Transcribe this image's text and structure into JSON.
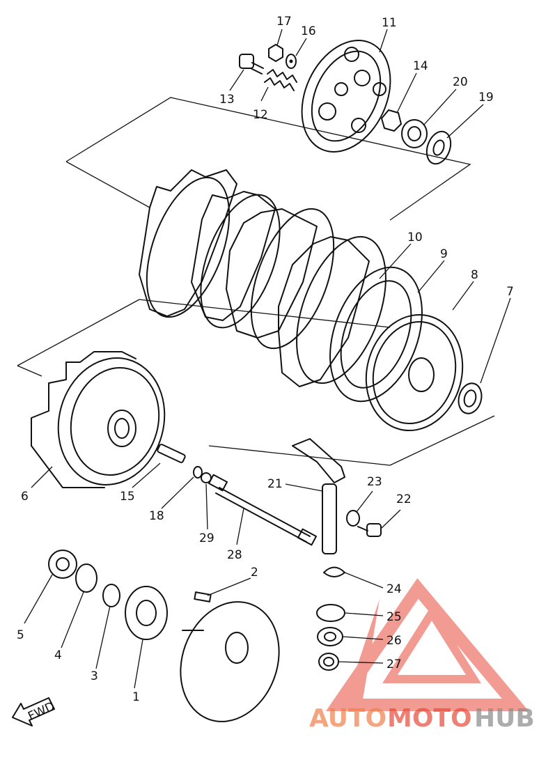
{
  "diagram": {
    "fwd_label": "FWD",
    "parts": [
      {
        "num": "1"
      },
      {
        "num": "2"
      },
      {
        "num": "3"
      },
      {
        "num": "4"
      },
      {
        "num": "5"
      },
      {
        "num": "6"
      },
      {
        "num": "7"
      },
      {
        "num": "8"
      },
      {
        "num": "9"
      },
      {
        "num": "10"
      },
      {
        "num": "11"
      },
      {
        "num": "12"
      },
      {
        "num": "13"
      },
      {
        "num": "14"
      },
      {
        "num": "15"
      },
      {
        "num": "16"
      },
      {
        "num": "17"
      },
      {
        "num": "18"
      },
      {
        "num": "19"
      },
      {
        "num": "20"
      },
      {
        "num": "21"
      },
      {
        "num": "22"
      },
      {
        "num": "23"
      },
      {
        "num": "24"
      },
      {
        "num": "25"
      },
      {
        "num": "26"
      },
      {
        "num": "27"
      },
      {
        "num": "28"
      },
      {
        "num": "29"
      }
    ]
  },
  "watermark": {
    "part1": "AUTO",
    "part2": "MOTO",
    "part3": "HUB",
    "colors": {
      "orange": "#f07f4a",
      "red": "#e84a3a",
      "gray": "#8a8a8a"
    }
  }
}
